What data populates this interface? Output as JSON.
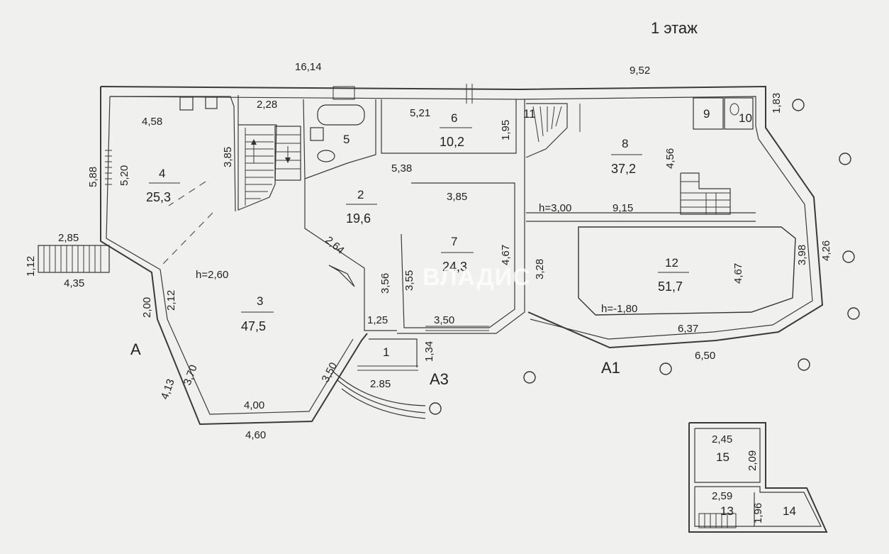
{
  "floor_title": "1 этаж",
  "watermark": "ВЛАДИС",
  "overall_dims": {
    "top_left": "16,14",
    "top_right": "9,52"
  },
  "rooms": [
    {
      "id": "r1",
      "num": "1",
      "area": ""
    },
    {
      "id": "r2",
      "num": "2",
      "area": "19,6"
    },
    {
      "id": "r3",
      "num": "3",
      "area": "47,5"
    },
    {
      "id": "r4",
      "num": "4",
      "area": "25,3"
    },
    {
      "id": "r5",
      "num": "5",
      "area": ""
    },
    {
      "id": "r6",
      "num": "6",
      "area": "10,2"
    },
    {
      "id": "r7",
      "num": "7",
      "area": "24,3"
    },
    {
      "id": "r8",
      "num": "8",
      "area": "37,2"
    },
    {
      "id": "r9",
      "num": "9",
      "area": ""
    },
    {
      "id": "r10",
      "num": "10",
      "area": ""
    },
    {
      "id": "r11",
      "num": "11",
      "area": ""
    },
    {
      "id": "r12",
      "num": "12",
      "area": "51,7"
    },
    {
      "id": "r13",
      "num": "13",
      "area": ""
    },
    {
      "id": "r14",
      "num": "14",
      "area": ""
    },
    {
      "id": "r15",
      "num": "15",
      "area": ""
    }
  ],
  "heights": [
    "h=2,60",
    "h=3,00",
    "h=-1,80"
  ],
  "dims": [
    "4,58",
    "5,20",
    "5,88",
    "3,85",
    "2,28",
    "5,21",
    "1,95",
    "5,38",
    "3,85",
    "4,67",
    "3,55",
    "3,56",
    "2,64",
    "1,25",
    "3,50",
    "1,34",
    "2.85",
    "2,85",
    "1,12",
    "4,35",
    "2,00",
    "2,12",
    "3,70",
    "4,13",
    "4,00",
    "4,60",
    "3,50",
    "9,15",
    "4,56",
    "3,28",
    "4,67",
    "3,98",
    "4,26",
    "1,83",
    "6,37",
    "6,50",
    "2,45",
    "2,09",
    "2,59",
    "1,96"
  ],
  "section_labels": [
    "A",
    "A3",
    "A1"
  ]
}
